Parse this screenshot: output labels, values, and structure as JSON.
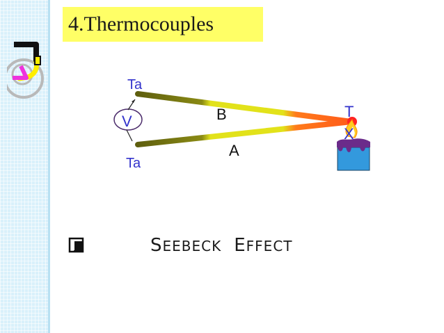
{
  "slide": {
    "title": "4.Thermocouples",
    "bullet": {
      "first_initial": "S",
      "first_rest": "EEBECK",
      "second_initial": "E",
      "second_rest": "FFECT"
    }
  },
  "diagram": {
    "label_ta_top": "Ta",
    "label_ta_bottom": "Ta",
    "label_v": "V",
    "label_b": "B",
    "label_a": "A",
    "label_t": "T",
    "label_x": "X"
  },
  "icons": {
    "sidebar_logo": "hook-logo-icon",
    "bullet": "checkbox-bullet-icon",
    "heater": "burner-flame-icon"
  },
  "colors": {
    "title_bg": "#ffff66",
    "sidebar_bg": "#d9f0fb",
    "wire_dark": "#5e5e0e",
    "wire_yellow": "#e2e21a",
    "wire_orange": "#ff7a1a",
    "junction": "#ff2222",
    "label_blue": "#3333cc",
    "burner_blue": "#3399dd"
  }
}
